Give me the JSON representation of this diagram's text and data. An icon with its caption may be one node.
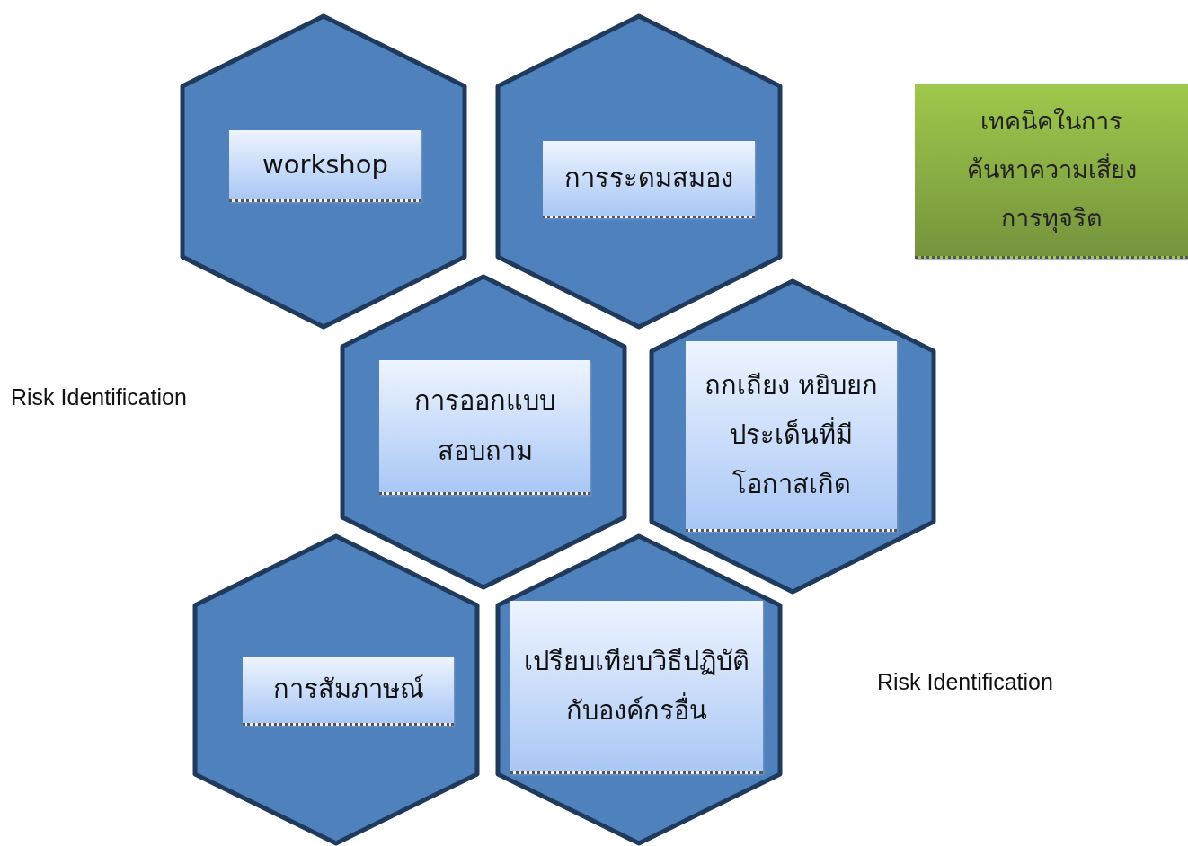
{
  "diagram": {
    "nodes": [
      {
        "text": [],
        "shape": "hexagon"
      },
      {
        "text": [
          "workshop"
        ],
        "in": 0
      },
      {
        "text": [],
        "shape": "hexagon"
      },
      {
        "text": [
          "การระดมสมอง"
        ],
        "in": 2
      },
      {
        "text": [],
        "shape": "hexagon"
      },
      {
        "text": [
          "การออกแบบสอบถาม"
        ],
        "in": 4
      },
      {
        "text": [],
        "shape": "hexagon"
      },
      {
        "text": [
          "ถกเถียง หยิบยกประเด็นที่มีโอกาสเกิด"
        ],
        "in": 6
      },
      {
        "text": [],
        "shape": "hexagon"
      },
      {
        "text": [
          "การสัมภาษณ์"
        ],
        "in": 8
      },
      {
        "text": [],
        "shape": "hexagon"
      },
      {
        "text": [
          "เปรียบเทียบวิธีปฏิบัติกับองค์กรอื่น"
        ],
        "in": 10
      },
      {
        "text": [
          "เทคนิคในการค้นหาความเสี่ยงการทุจริต"
        ]
      }
    ],
    "labels": [
      "Risk Identification",
      "Risk Identification"
    ]
  }
}
